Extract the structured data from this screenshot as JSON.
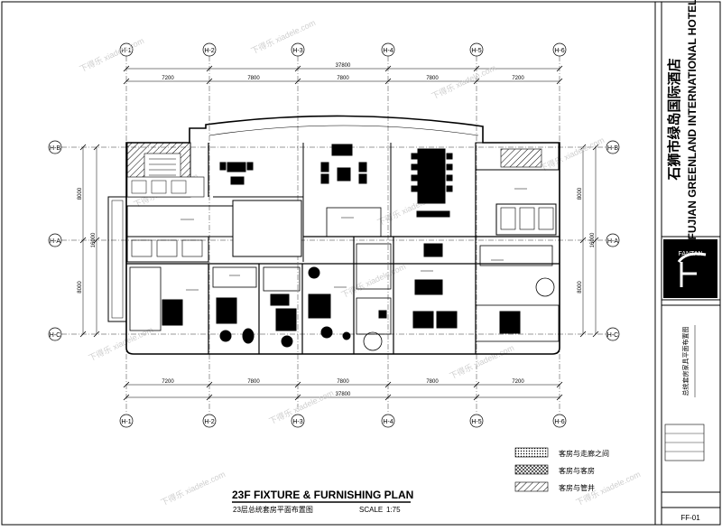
{
  "drawing": {
    "title_en": "23F  FIXTURE & FURNISHING PLAN",
    "title_cn": "23层总统套房平面布置图",
    "scale_label": "SCALE",
    "scale_value": "1:75",
    "sheet_no": "FF-01"
  },
  "title_block": {
    "hotel_cn": "石狮市绿岛国际酒店",
    "hotel_en": "FUJIAN GREENLAND INTERNATIONAL HOTEL",
    "logo_text": "FANTAN",
    "project_cn": "总统套房家具平面布置图"
  },
  "grid": {
    "columns": [
      "H-1",
      "H-2",
      "H-3",
      "H-4",
      "H-5",
      "H-6"
    ],
    "rows": [
      "H-B",
      "H-A",
      "H-C"
    ],
    "rows_right": [
      "H-B",
      "H-A",
      "H-C"
    ],
    "col_dims": [
      "7200",
      "7800",
      "7800",
      "7800",
      "7200"
    ],
    "total_dim": "37800",
    "row_dims": [
      "8000",
      "8000"
    ],
    "row_total": "16000"
  },
  "legend": [
    {
      "label": "客房与走廊之间",
      "pattern": "dots"
    },
    {
      "label": "客房与客房",
      "pattern": "cross"
    },
    {
      "label": "客房与管井",
      "pattern": "hatch"
    }
  ],
  "watermark": "下得乐 xiadele.com"
}
